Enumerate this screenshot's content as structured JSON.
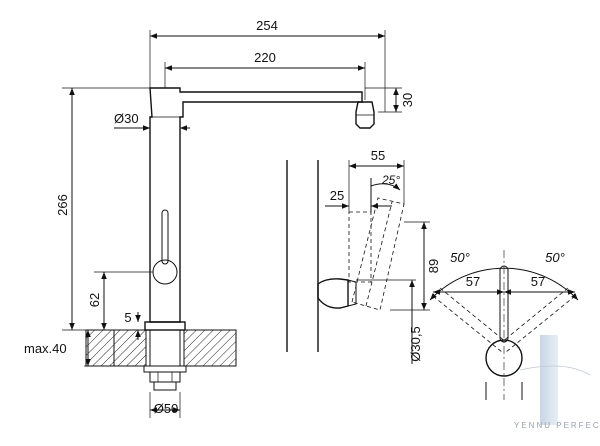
{
  "dimensions": {
    "overall_width": "254",
    "spout_reach": "220",
    "spout_drop": "30",
    "body_diameter": "Ø30",
    "total_height": "266",
    "lever_height": "62",
    "gap": "5",
    "max_thickness": "max.40",
    "base_diameter": "Ø50",
    "handle_reach": "55",
    "handle_angle": "25°",
    "handle_offset": "25",
    "handle_height": "89",
    "handle_diameter": "Ø30,5",
    "swing_angle_left": "50°",
    "swing_angle_right": "50°",
    "swing_left": "57",
    "swing_right": "57"
  },
  "watermark": "YENNU PERFECTA",
  "colors": {
    "line": "#111111",
    "watermark": "#b8c4d2"
  }
}
